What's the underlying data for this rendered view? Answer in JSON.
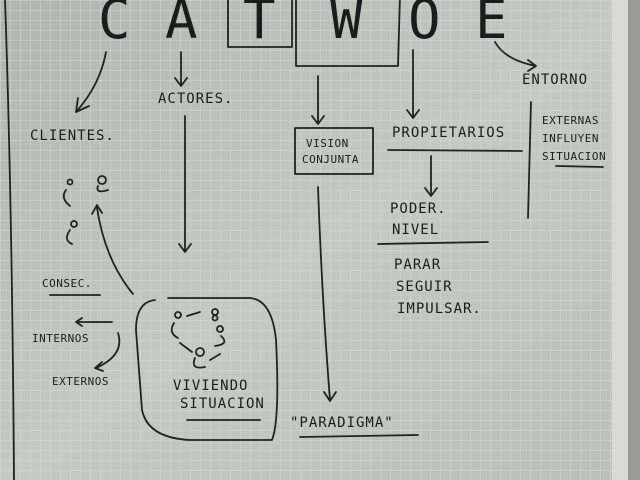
{
  "header_letters": [
    "C",
    "A",
    "T",
    "W",
    "O",
    "E"
  ],
  "left_branch": {
    "clientes": "CLIENTES.",
    "consec": "CONSEC.",
    "internos": "INTERNOS",
    "externos": "EXTERNOS"
  },
  "actors_branch": {
    "actores": "ACTORES.",
    "viviendo": "VIVIENDO",
    "situacion": "SITUACION"
  },
  "w_branch": {
    "vision": "VISION",
    "conjunta": "CONJUNTA",
    "paradigma": "\"PARADIGMA\""
  },
  "o_branch": {
    "propietarios": "PROPIETARIOS",
    "poder": "PODER.",
    "nivel": "NIVEL",
    "parar": "PARAR",
    "seguir": "SEGUIR",
    "impulsar": "IMPULSAR."
  },
  "e_branch": {
    "entorno": "ENTORNO",
    "externas": "EXTERNAS",
    "influyen": "INFLUYEN",
    "situacion": "SITUACION"
  },
  "colors": {
    "board": "#c4c7c1",
    "grid": "#d9dcd6",
    "ink": "#1c1c1c",
    "frame": "#a9aaa6"
  }
}
